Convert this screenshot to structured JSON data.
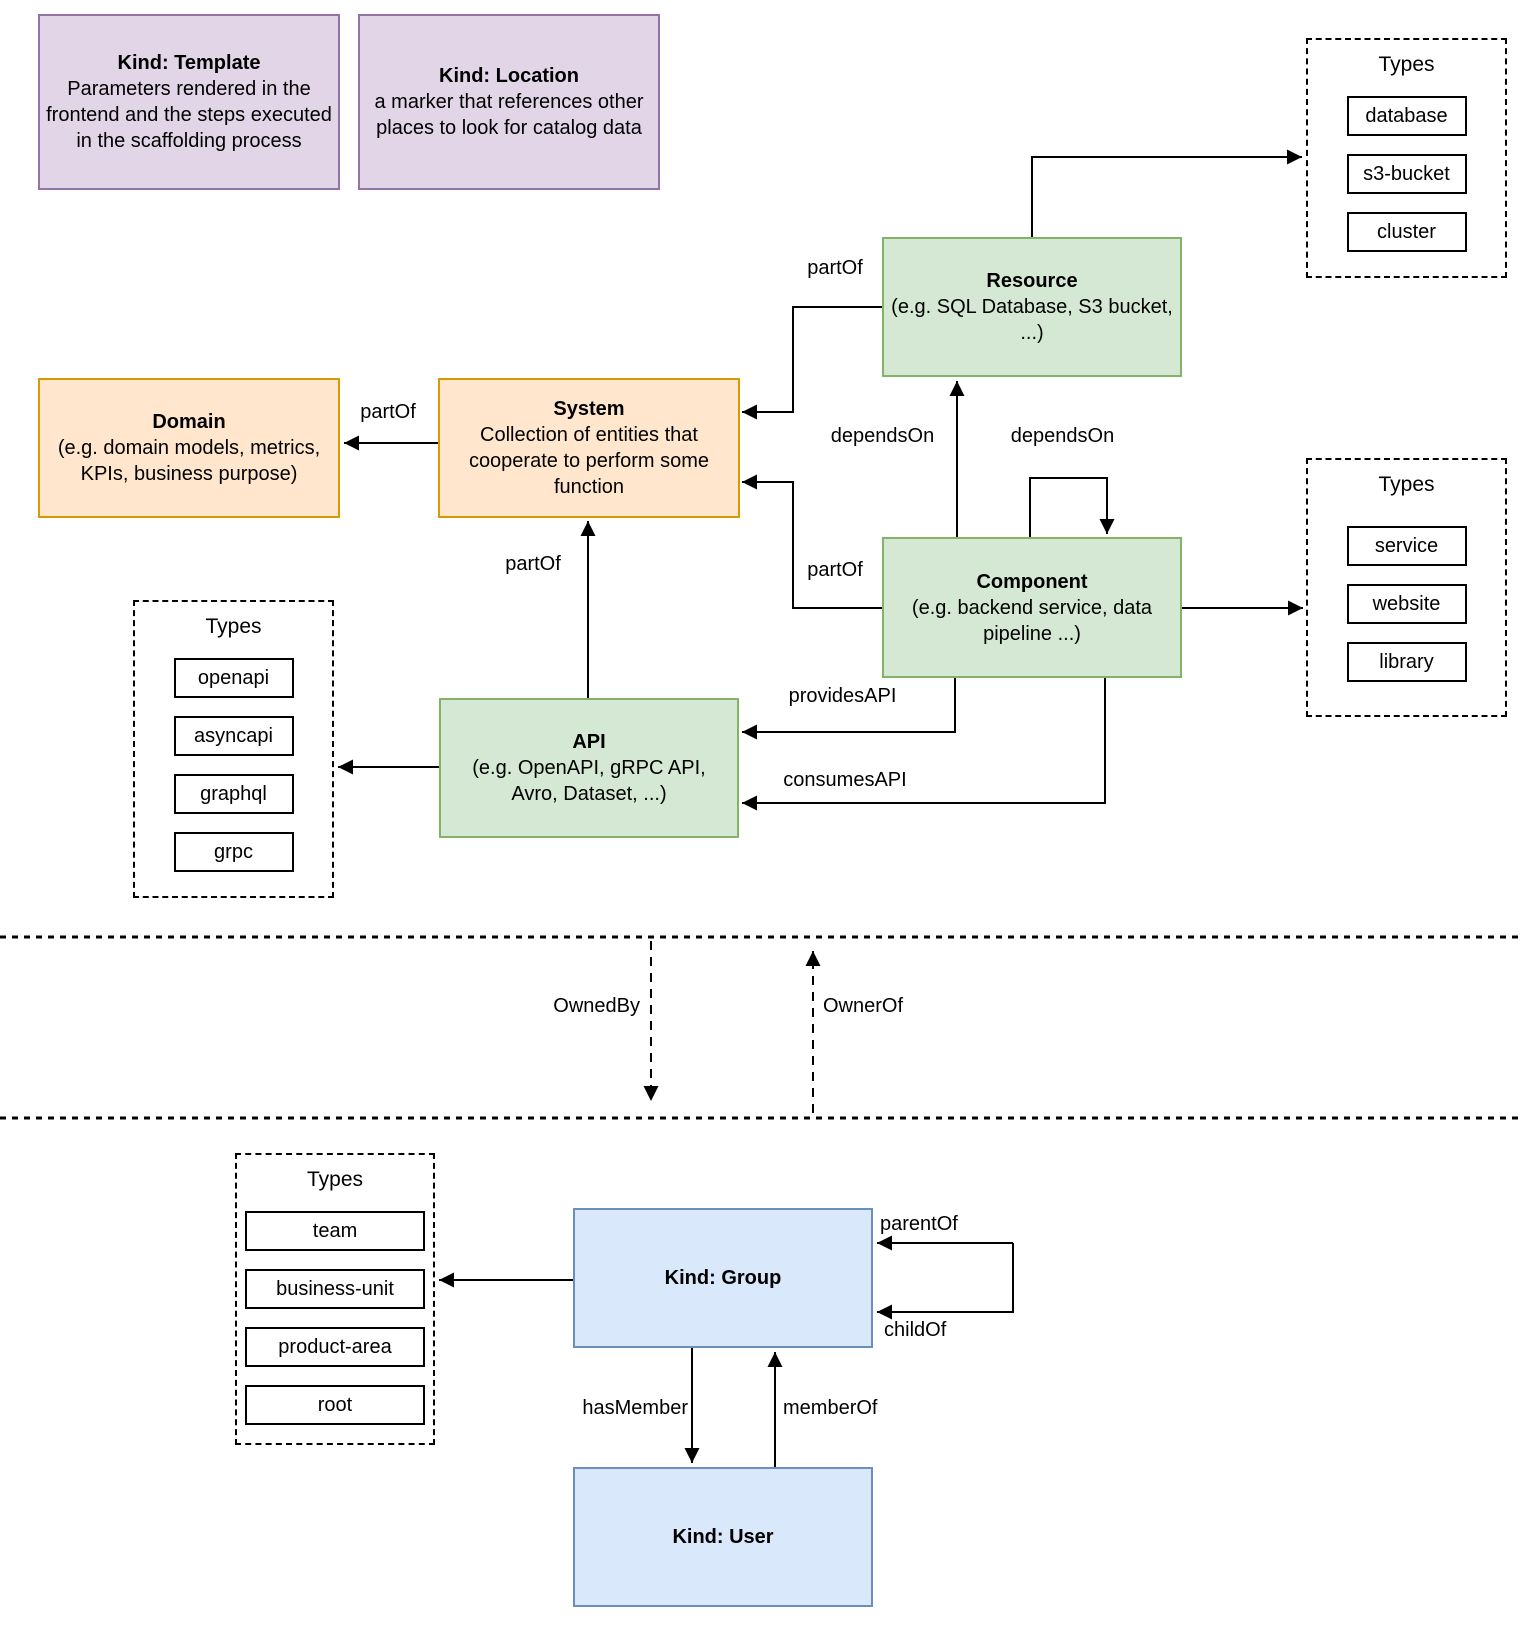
{
  "nodes": {
    "template": {
      "title": "Kind: Template",
      "desc": "Parameters rendered in the frontend and the steps executed in  the scaffolding process"
    },
    "location": {
      "title": "Kind: Location",
      "desc": "a marker that references other places to look for catalog data"
    },
    "resource": {
      "title": "Resource",
      "desc": "(e.g. SQL Database, S3 bucket, ...)"
    },
    "domain": {
      "title": "Domain",
      "desc": "(e.g.  domain models, metrics, KPIs, business purpose)"
    },
    "system": {
      "title": "System",
      "desc": "Collection of entities that cooperate to perform some function"
    },
    "component": {
      "title": "Component",
      "desc": "(e.g. backend service, data pipeline ...)"
    },
    "api": {
      "title": "API",
      "desc": "(e.g. OpenAPI, gRPC API, Avro, Dataset, ...)"
    },
    "group": {
      "title": "Kind: Group"
    },
    "user": {
      "title": "Kind: User"
    }
  },
  "type_panels": {
    "resource_types": {
      "title": "Types",
      "items": [
        "database",
        "s3-bucket",
        "cluster"
      ]
    },
    "component_types": {
      "title": "Types",
      "items": [
        "service",
        "website",
        "library"
      ]
    },
    "api_types": {
      "title": "Types",
      "items": [
        "openapi",
        "asyncapi",
        "graphql",
        "grpc"
      ]
    },
    "group_types": {
      "title": "Types",
      "items": [
        "team",
        "business-unit",
        "product-area",
        "root"
      ]
    }
  },
  "edge_labels": {
    "resource_part_of": "partOf",
    "component_part_of": "partOf",
    "api_part_of": "partOf",
    "system_part_of": "partOf",
    "depends_on_resource": "dependsOn",
    "depends_on_self": "dependsOn",
    "provides_api": "providesAPI",
    "consumes_api": "consumesAPI",
    "owned_by": "OwnedBy",
    "owner_of": "OwnerOf",
    "parent_of": "parentOf",
    "child_of": "childOf",
    "has_member": "hasMember",
    "member_of": "memberOf"
  },
  "colors": {
    "kind_fill": "#E1D5E7",
    "kind_stroke": "#9673A6",
    "entity_fill": "#D5E8D4",
    "entity_stroke": "#82B366",
    "grouping_fill": "#FFE6CC",
    "grouping_stroke": "#D79B00",
    "org_fill": "#DAE8FC",
    "org_stroke": "#6C8EBF",
    "line": "#000000"
  }
}
